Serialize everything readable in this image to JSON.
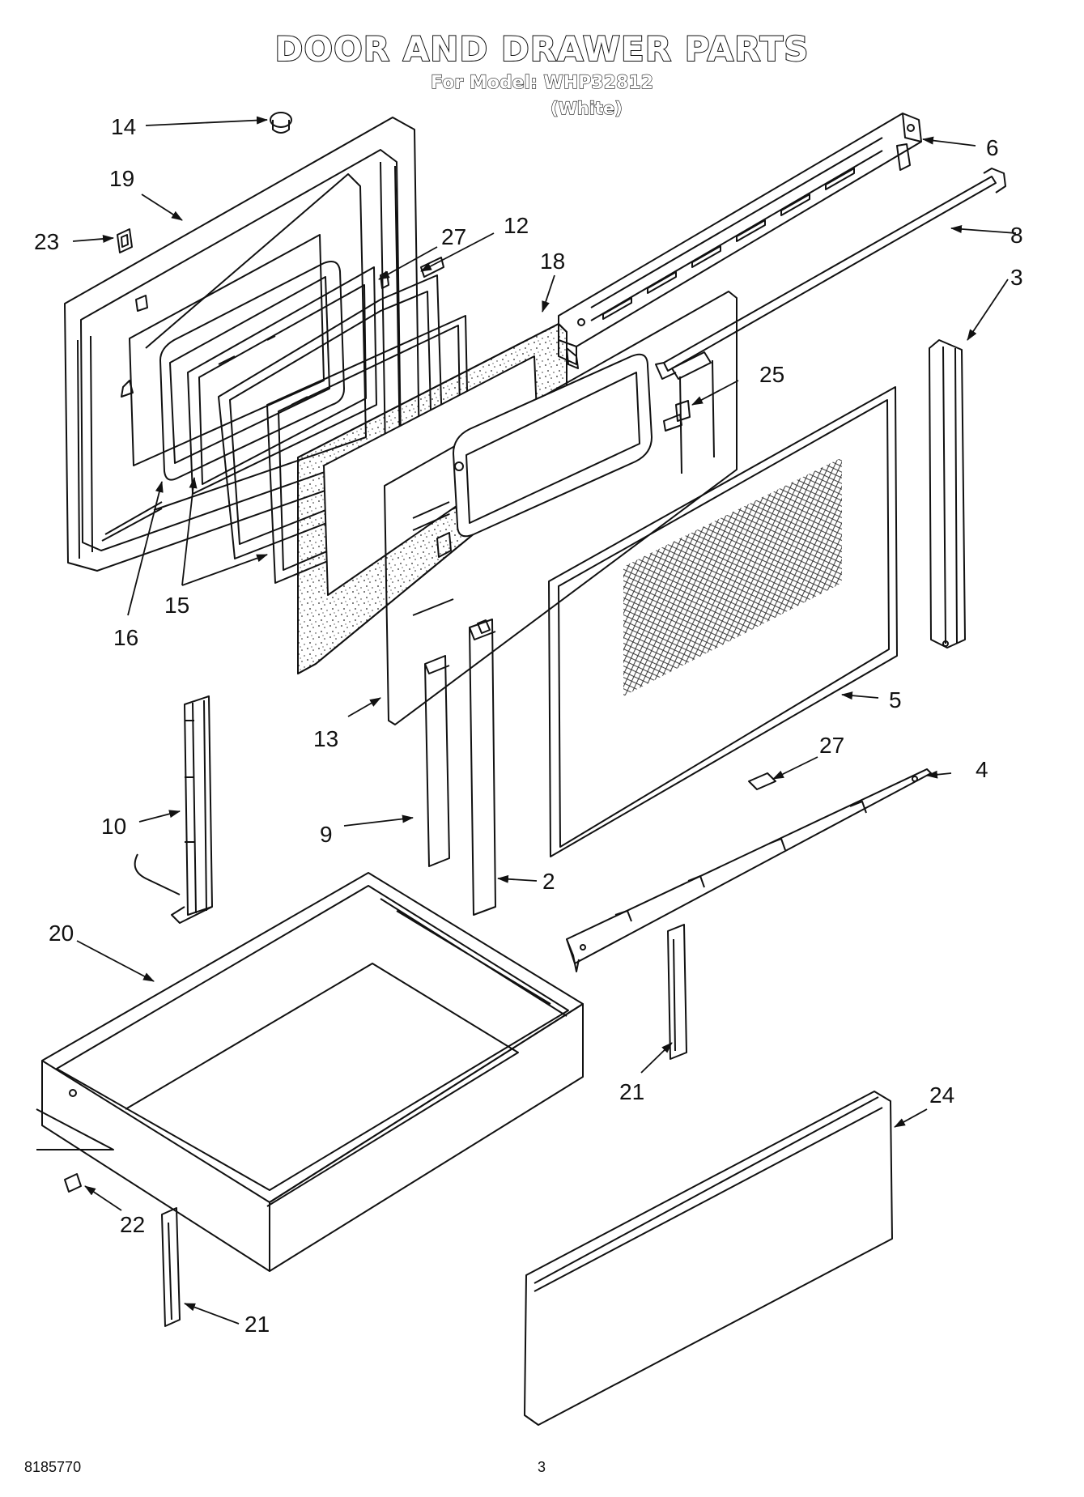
{
  "header": {
    "title": "DOOR AND DRAWER PARTS",
    "model_line": "For Model: WHP32812",
    "color_note": "(White)"
  },
  "callouts": [
    {
      "num": "14",
      "name": "callout-14"
    },
    {
      "num": "19",
      "name": "callout-19"
    },
    {
      "num": "23",
      "name": "callout-23"
    },
    {
      "num": "27",
      "name": "callout-27-upper"
    },
    {
      "num": "12",
      "name": "callout-12"
    },
    {
      "num": "18",
      "name": "callout-18"
    },
    {
      "num": "6",
      "name": "callout-6"
    },
    {
      "num": "8",
      "name": "callout-8"
    },
    {
      "num": "3",
      "name": "callout-3"
    },
    {
      "num": "25",
      "name": "callout-25"
    },
    {
      "num": "16",
      "name": "callout-16"
    },
    {
      "num": "15",
      "name": "callout-15"
    },
    {
      "num": "13",
      "name": "callout-13"
    },
    {
      "num": "5",
      "name": "callout-5"
    },
    {
      "num": "27",
      "name": "callout-27-lower"
    },
    {
      "num": "4",
      "name": "callout-4"
    },
    {
      "num": "10",
      "name": "callout-10"
    },
    {
      "num": "9",
      "name": "callout-9"
    },
    {
      "num": "2",
      "name": "callout-2"
    },
    {
      "num": "20",
      "name": "callout-20"
    },
    {
      "num": "21",
      "name": "callout-21-right"
    },
    {
      "num": "24",
      "name": "callout-24"
    },
    {
      "num": "22",
      "name": "callout-22"
    },
    {
      "num": "21",
      "name": "callout-21-left"
    }
  ],
  "footer": {
    "part_number": "8185770",
    "page_number": "3"
  }
}
